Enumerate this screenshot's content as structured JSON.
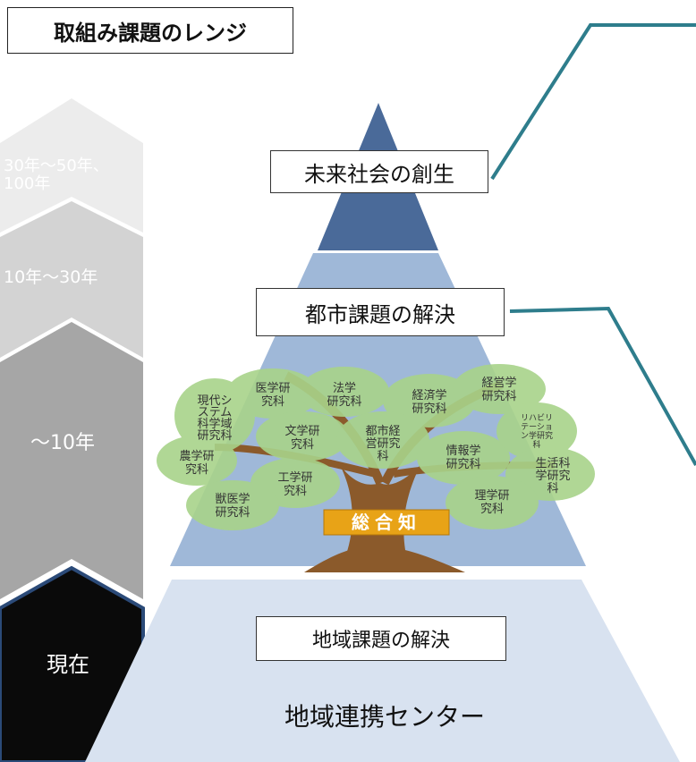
{
  "title": "取組み課題のレンジ",
  "timeline": [
    {
      "label_lines": [
        "30年〜50年、",
        "100年"
      ],
      "color": "#ececec",
      "text_color": "#ffffff"
    },
    {
      "label_lines": [
        "10年〜30年"
      ],
      "color": "#d3d3d3",
      "text_color": "#ffffff"
    },
    {
      "label_lines": [
        "〜10年"
      ],
      "color": "#a6a6a6",
      "text_color": "#ffffff"
    },
    {
      "label_lines": [
        "現在"
      ],
      "color": "#000000",
      "text_color": "#ffffff"
    }
  ],
  "pyramid": {
    "top": {
      "label": "未来社会の創生",
      "color": "#4a6a99"
    },
    "middle": {
      "label": "都市課題の解決",
      "color": "#9fb8d8"
    },
    "bottom": {
      "label": "地域課題の解決",
      "sublabel": "地域連携センター",
      "color": "#d8e2f0"
    }
  },
  "tree": {
    "trunk_label": "総合知",
    "departments": [
      {
        "lines": [
          "医学研",
          "究科"
        ]
      },
      {
        "lines": [
          "法学",
          "研究科"
        ]
      },
      {
        "lines": [
          "経済学",
          "研究科"
        ]
      },
      {
        "lines": [
          "経営学",
          "研究科"
        ]
      },
      {
        "lines": [
          "現代シ",
          "ステム",
          "科学域",
          "研究科"
        ]
      },
      {
        "lines": [
          "文学研",
          "究科"
        ]
      },
      {
        "lines": [
          "都市経",
          "営研究",
          "科"
        ]
      },
      {
        "lines": [
          "情報学",
          "研究科"
        ]
      },
      {
        "lines": [
          "リハビリ",
          "テーショ",
          "ン学研究",
          "科"
        ]
      },
      {
        "lines": [
          "農学研",
          "究科"
        ]
      },
      {
        "lines": [
          "工学研",
          "究科"
        ]
      },
      {
        "lines": [
          "生活科",
          "学研究",
          "科"
        ]
      },
      {
        "lines": [
          "獣医学",
          "研究科"
        ]
      },
      {
        "lines": [
          "理学研",
          "究科"
        ]
      }
    ]
  },
  "colors": {
    "connector": "#2e7d8c",
    "box_border": "#333333"
  }
}
